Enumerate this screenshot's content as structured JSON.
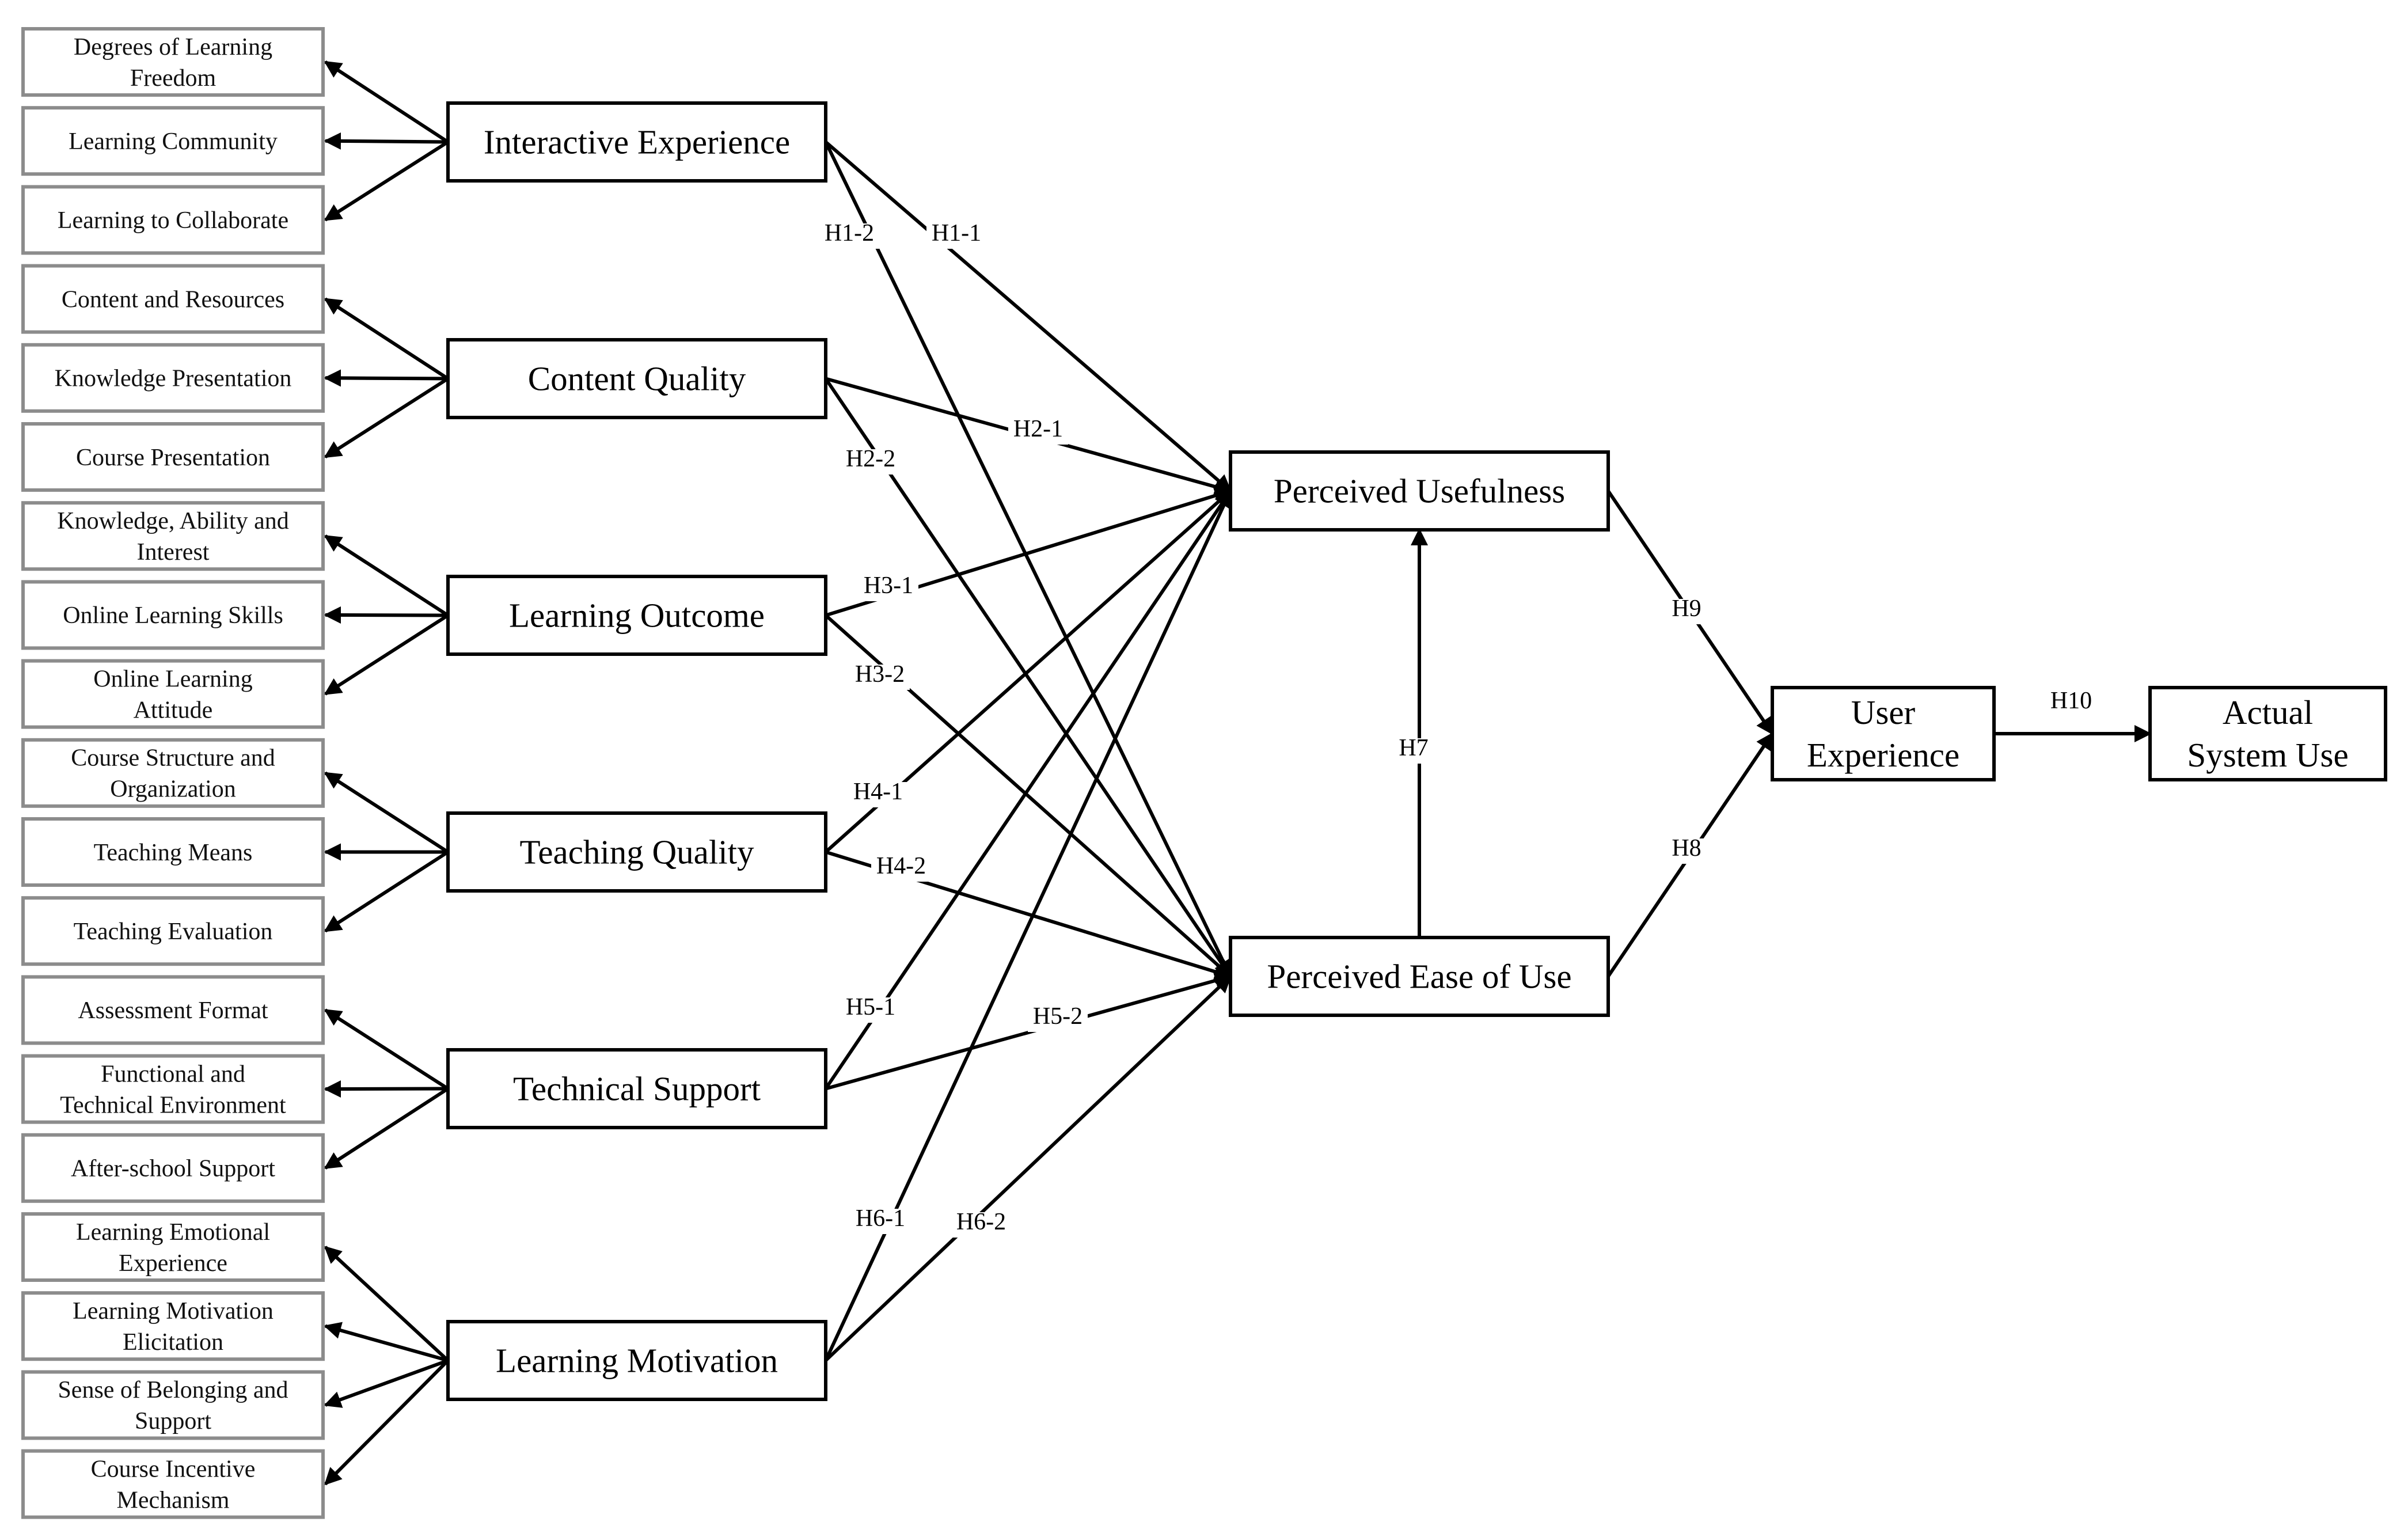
{
  "diagram": {
    "constructs": [
      {
        "id": "ie",
        "label": [
          "Interactive Experience"
        ]
      },
      {
        "id": "cq",
        "label": [
          "Content Quality"
        ]
      },
      {
        "id": "lo",
        "label": [
          "Learning Outcome"
        ]
      },
      {
        "id": "tq",
        "label": [
          "Teaching Quality"
        ]
      },
      {
        "id": "ts",
        "label": [
          "Technical Support"
        ]
      },
      {
        "id": "lm",
        "label": [
          "Learning Motivation"
        ]
      },
      {
        "id": "pu",
        "label": [
          "Perceived Usefulness"
        ]
      },
      {
        "id": "peou",
        "label": [
          "Perceived Ease of  Use"
        ]
      },
      {
        "id": "ux",
        "label": [
          "User",
          "Experience"
        ]
      },
      {
        "id": "asu",
        "label": [
          "Actual",
          "System Use"
        ]
      }
    ],
    "indicators": [
      {
        "id": "i0",
        "construct": "ie",
        "label": [
          "Degrees of Learning",
          "Freedom"
        ]
      },
      {
        "id": "i1",
        "construct": "ie",
        "label": [
          "Learning Community"
        ]
      },
      {
        "id": "i2",
        "construct": "ie",
        "label": [
          "Learning to Collaborate"
        ]
      },
      {
        "id": "i3",
        "construct": "cq",
        "label": [
          "Content and Resources"
        ]
      },
      {
        "id": "i4",
        "construct": "cq",
        "label": [
          "Knowledge Presentation"
        ]
      },
      {
        "id": "i5",
        "construct": "cq",
        "label": [
          "Course Presentation"
        ]
      },
      {
        "id": "i6",
        "construct": "lo",
        "label": [
          "Knowledge, Ability and",
          "Interest"
        ]
      },
      {
        "id": "i7",
        "construct": "lo",
        "label": [
          "Online Learning Skills"
        ]
      },
      {
        "id": "i8",
        "construct": "lo",
        "label": [
          "Online Learning",
          "Attitude"
        ]
      },
      {
        "id": "i9",
        "construct": "tq",
        "label": [
          "Course Structure and",
          "Organization"
        ]
      },
      {
        "id": "i10",
        "construct": "tq",
        "label": [
          "Teaching Means"
        ]
      },
      {
        "id": "i11",
        "construct": "tq",
        "label": [
          "Teaching Evaluation"
        ]
      },
      {
        "id": "i12",
        "construct": "ts",
        "label": [
          "Assessment Format"
        ]
      },
      {
        "id": "i13",
        "construct": "ts",
        "label": [
          "Functional and",
          "Technical Environment"
        ]
      },
      {
        "id": "i14",
        "construct": "ts",
        "label": [
          "After-school Support"
        ]
      },
      {
        "id": "i15",
        "construct": "lm",
        "label": [
          "Learning Emotional",
          "Experience"
        ]
      },
      {
        "id": "i16",
        "construct": "lm",
        "label": [
          "Learning Motivation",
          "Elicitation"
        ]
      },
      {
        "id": "i17",
        "construct": "lm",
        "label": [
          "Sense of Belonging and",
          "Support"
        ]
      },
      {
        "id": "i18",
        "construct": "lm",
        "label": [
          "Course Incentive",
          "Mechanism"
        ]
      }
    ],
    "hypotheses": [
      {
        "from": "ie",
        "to": "pu",
        "label": "H1-1"
      },
      {
        "from": "ie",
        "to": "peou",
        "label": "H1-2"
      },
      {
        "from": "cq",
        "to": "pu",
        "label": "H2-1"
      },
      {
        "from": "cq",
        "to": "peou",
        "label": "H2-2"
      },
      {
        "from": "lo",
        "to": "pu",
        "label": "H3-1"
      },
      {
        "from": "lo",
        "to": "peou",
        "label": "H3-2"
      },
      {
        "from": "tq",
        "to": "pu",
        "label": "H4-1"
      },
      {
        "from": "tq",
        "to": "peou",
        "label": "H4-2"
      },
      {
        "from": "ts",
        "to": "pu",
        "label": "H5-1"
      },
      {
        "from": "ts",
        "to": "peou",
        "label": "H5-2"
      },
      {
        "from": "lm",
        "to": "pu",
        "label": "H6-1"
      },
      {
        "from": "lm",
        "to": "peou",
        "label": "H6-2"
      },
      {
        "from": "peou",
        "to": "pu",
        "label": "H7"
      },
      {
        "from": "peou",
        "to": "ux",
        "label": "H8"
      },
      {
        "from": "pu",
        "to": "ux",
        "label": "H9"
      },
      {
        "from": "ux",
        "to": "asu",
        "label": "H10"
      }
    ]
  }
}
